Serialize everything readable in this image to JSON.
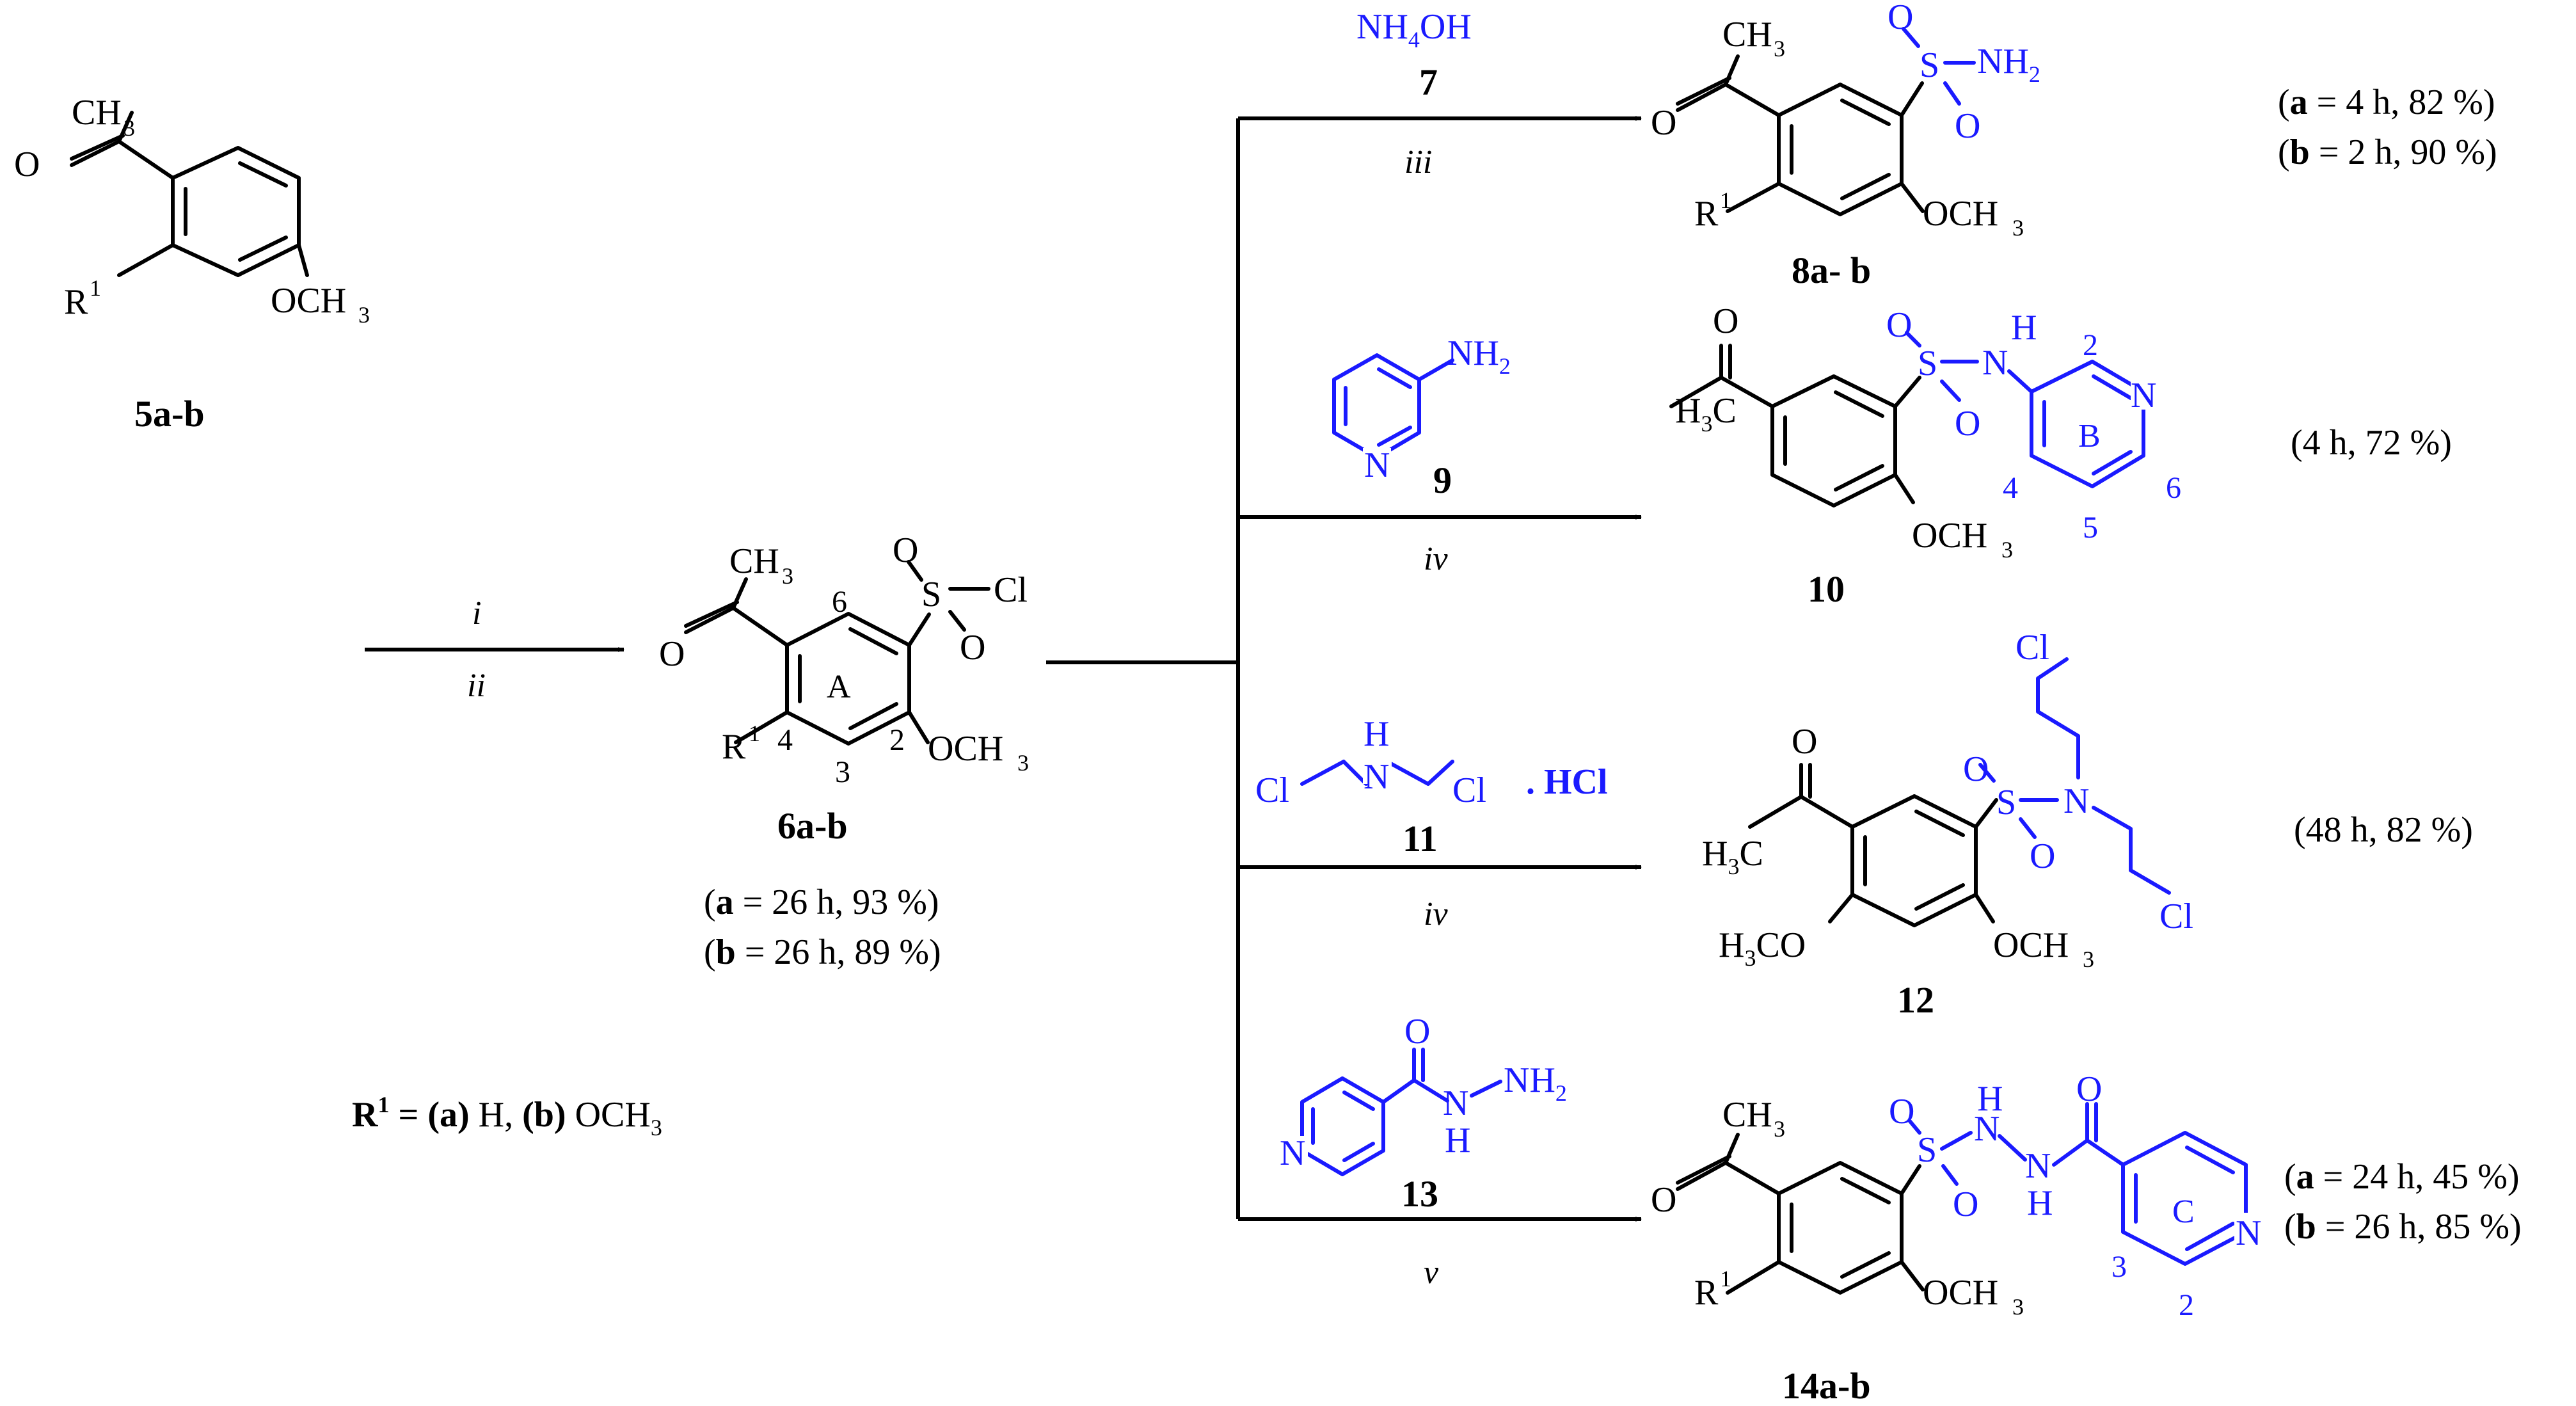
{
  "labels": {
    "c5": "5a-b",
    "c6": "6a-b",
    "c7": "7",
    "c8": "8a- b",
    "c9": "9",
    "c10": "10",
    "c11": "11",
    "c12": "12",
    "c13": "13",
    "c14": "14a-b"
  },
  "steps": {
    "i": "i",
    "ii": "ii",
    "iii": "iii",
    "iv_a": "iv",
    "iv_b": "iv",
    "v": "v"
  },
  "reagents": {
    "r7": "NH",
    "r7_sub": "4",
    "r7_tail": "OH",
    "r11_salt": ". HCl"
  },
  "yields": {
    "y6a_l": "a",
    "y6a_r": " = 26 h, 93 %)",
    "y6b_l": "b",
    "y6b_r": " = 26 h, 89 %)",
    "y8a_l": "a",
    "y8a_r": " = 4 h, 82 %)",
    "y8b_l": "b",
    "y8b_r": " = 2 h, 90 %)",
    "y10": "(4 h, 72 %)",
    "y12": "(48 h, 82 %)",
    "y14a_l": "a",
    "y14a_r": " = 24 h, 45 %)",
    "y14b_l": "b",
    "y14b_r": " = 26 h, 85 %)"
  },
  "legend": {
    "r": "R",
    "sup": "1",
    "eq": " = ",
    "a": "(a)",
    "h": " H, ",
    "b": "(b)",
    "och": " OCH",
    "sub": "3"
  },
  "atoms": {
    "CH": "CH",
    "three": "3",
    "O": "O",
    "R": "R",
    "one": "1",
    "OCH": "OCH",
    "S": "S",
    "Cl": "Cl",
    "NH": "NH",
    "two": "2",
    "H": "H",
    "N": "N",
    "H3C": "H",
    "H3C_sub": "3",
    "H3C_C": "C",
    "H3CO": "H",
    "H3CO_sub": "3",
    "H3CO_CO": "CO"
  },
  "ring_labels": {
    "A": "A",
    "B": "B",
    "C": "C",
    "n6": "6",
    "n4": "4",
    "n3": "3",
    "n2": "2",
    "b2": "2",
    "b4": "4",
    "b5": "5",
    "b6": "6",
    "c3": "3",
    "c2": "2"
  },
  "colors": {
    "black": "#000000",
    "blue": "#1a1aff"
  }
}
